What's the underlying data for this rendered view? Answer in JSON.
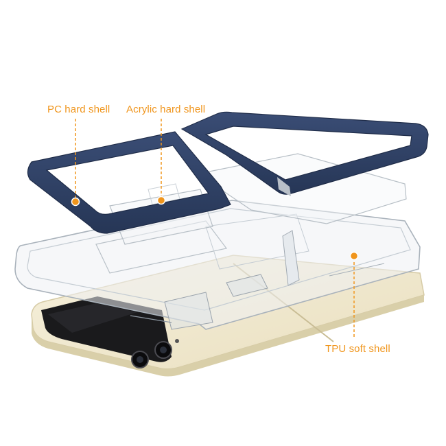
{
  "labels": {
    "pc": "PC hard shell",
    "acrylic": "Acrylic hard shell",
    "tpu": "TPU soft shell"
  },
  "colors": {
    "accent": "#f0951c",
    "frame": "#2e3f63",
    "phone_body": "#f1ead2",
    "clear_case": "#d8dde2"
  }
}
